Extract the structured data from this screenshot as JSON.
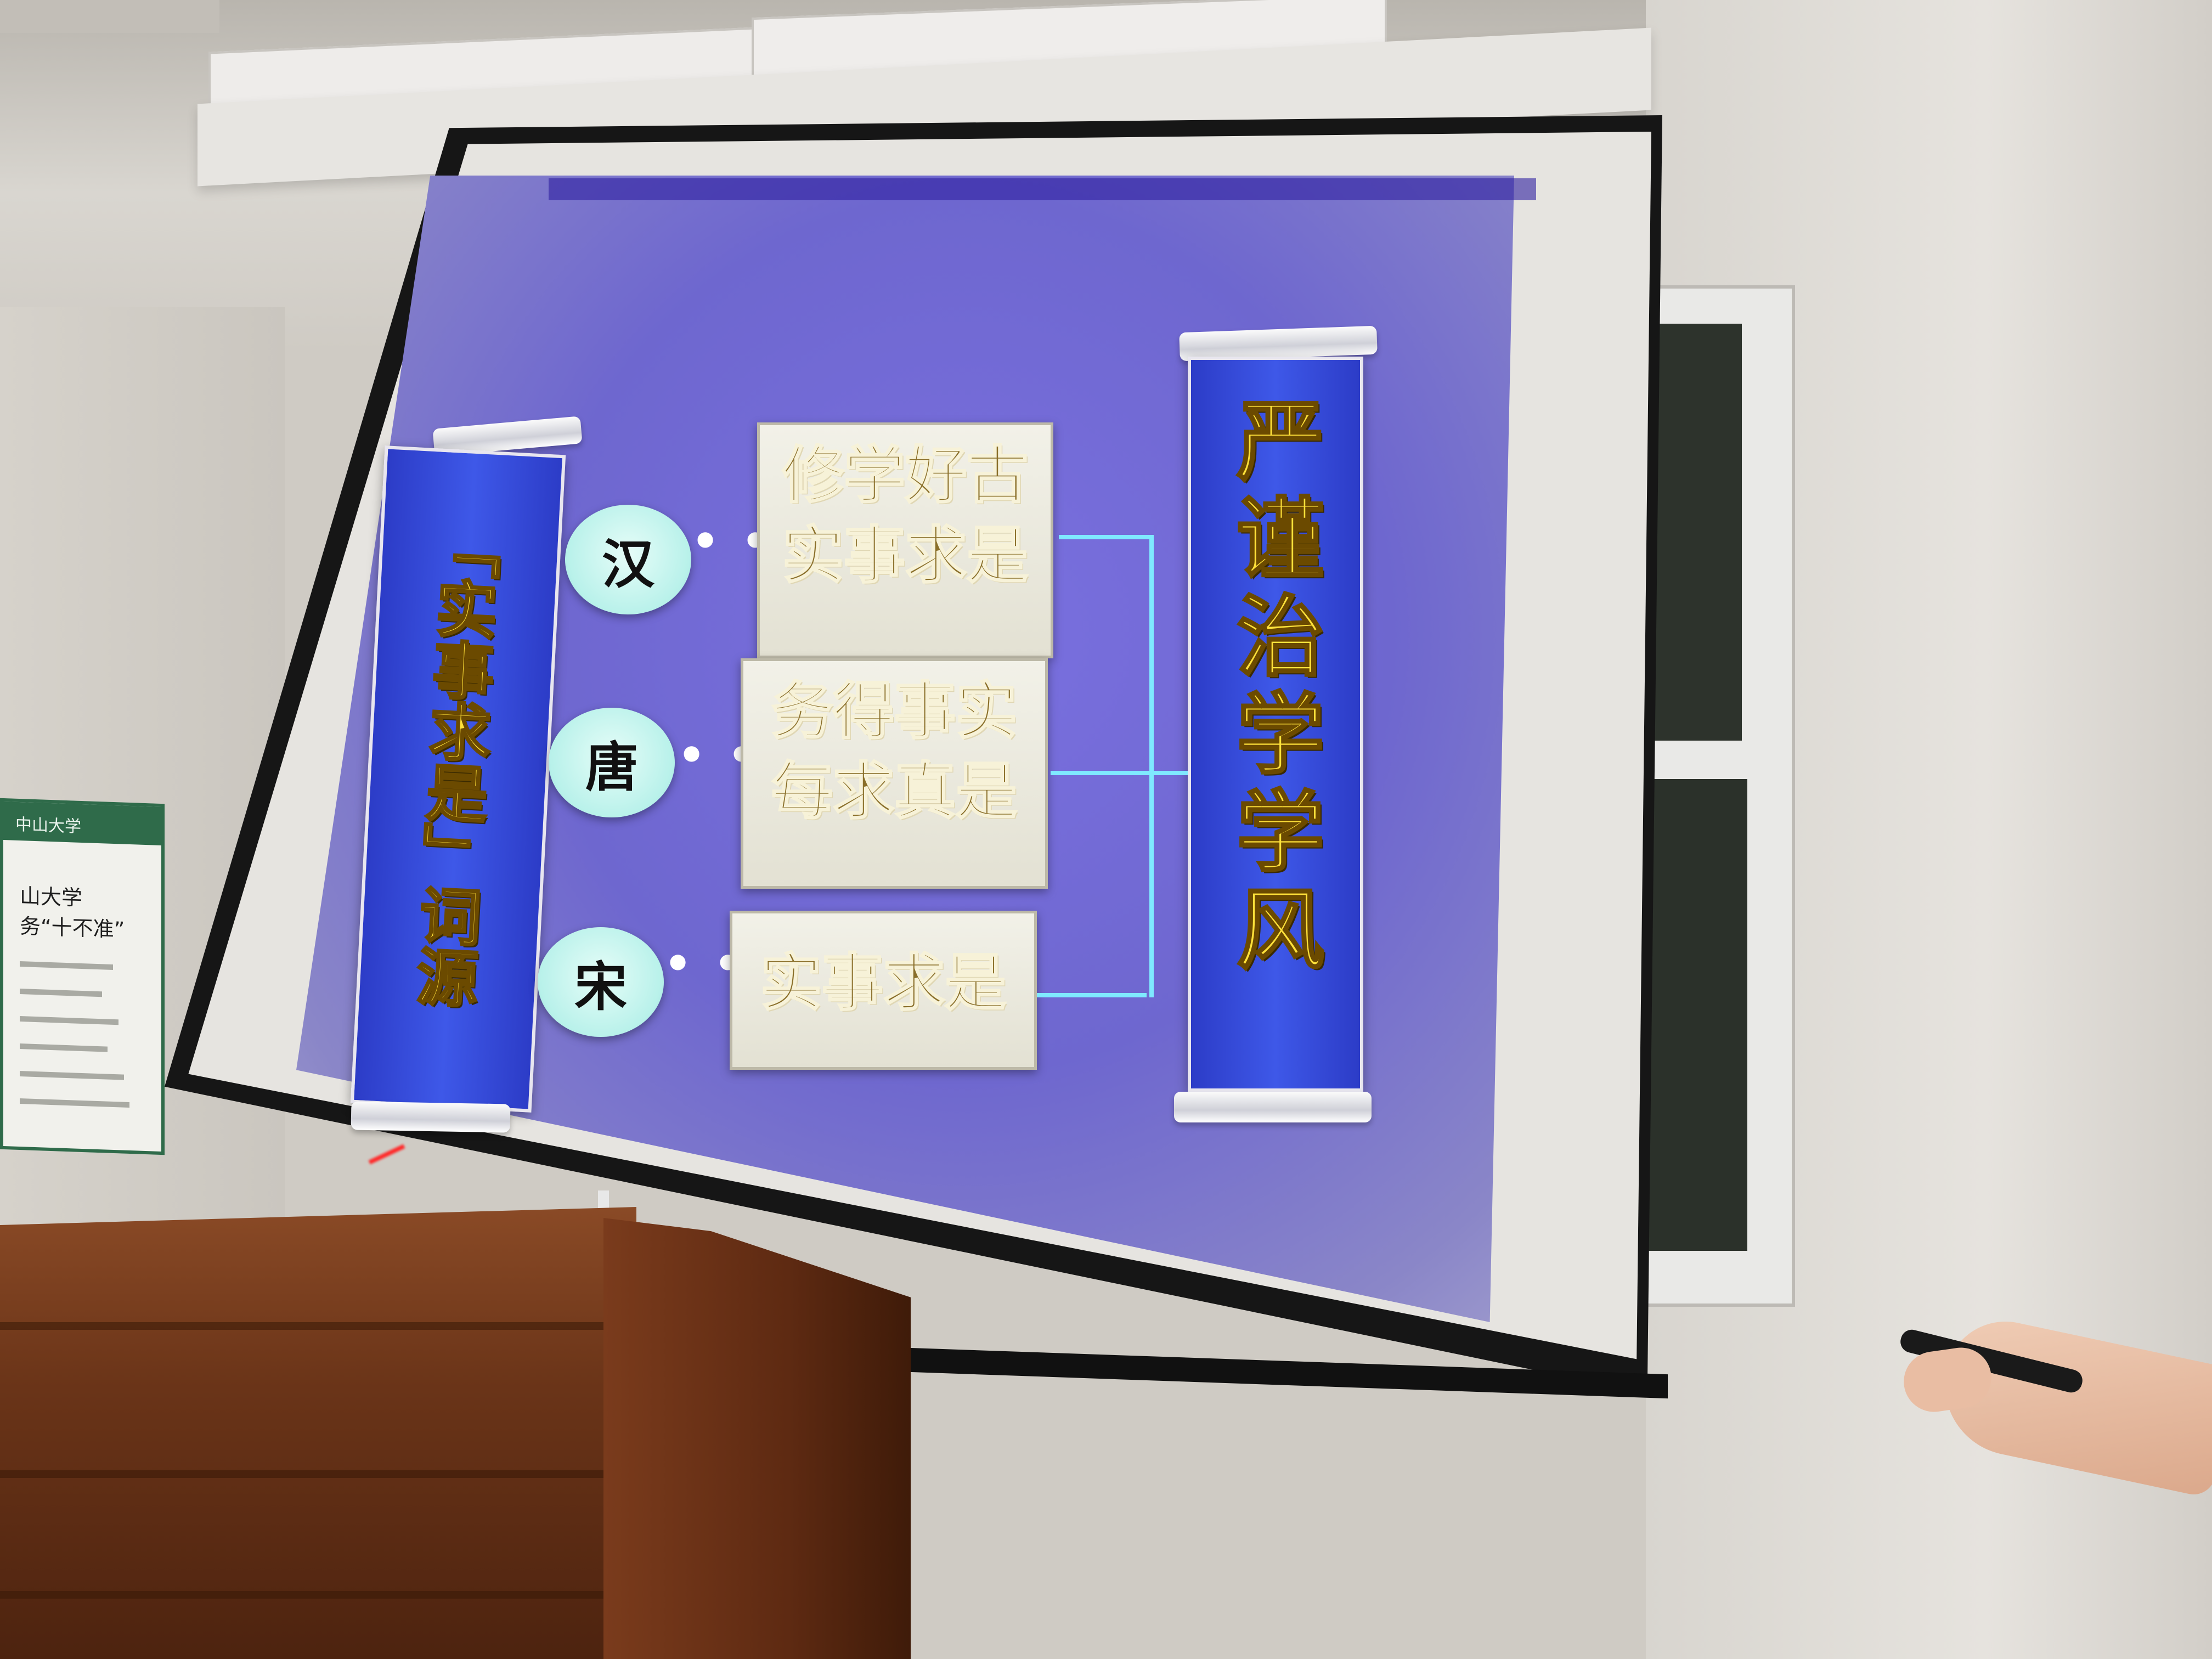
{
  "slide": {
    "left_scroll_text": "「实事求是」词源",
    "right_scroll_text": "严谨治学学风",
    "dynasties": [
      {
        "name": "汉",
        "dots": "• •",
        "lines": [
          "修学好古",
          "实事求是"
        ]
      },
      {
        "name": "唐",
        "dots": "• •",
        "lines": [
          "务得事实",
          "每求真是"
        ]
      },
      {
        "name": "宋",
        "dots": "• •",
        "lines": [
          "实事求是"
        ]
      }
    ]
  },
  "notice_board": {
    "header": "中山大学",
    "title_line_1": "山大学",
    "title_line_2": "务“十不准”"
  },
  "colors": {
    "slide_background": "#6e67cf",
    "scroll_blue": "#3e58e8",
    "scroll_text_yellow": "#ffe13a",
    "cloud_cyan": "#b8f1ea",
    "bracket_line": "#7fe9ff",
    "podium_wood": "#6a3418",
    "notice_green": "#2f6b4a"
  }
}
